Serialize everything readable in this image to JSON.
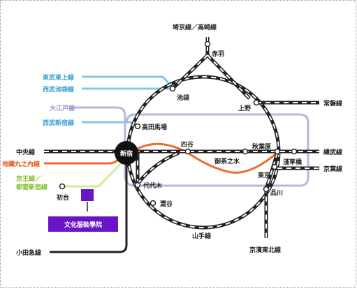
{
  "colors": {
    "jr": "#222222",
    "tobu_tojo": "#7ccbe8",
    "seibu": "#7ccbe8",
    "oedo": "#b8b4dc",
    "marunouchi": "#ef6a2e",
    "keio": "#d3ea96",
    "school": "#6a14c8"
  },
  "lines": {
    "saikyo_takasaki": "埼京線／高崎線",
    "tobu_tojo": "東武東上線",
    "seibu_ikebukuro": "西武池袋線",
    "oedo": "大江戸線",
    "seibu_shinjuku": "西武新宿線",
    "chuo": "中央線",
    "marunouchi": "地鐵丸之內線",
    "keio_1": "京王線／",
    "keio_2": "都營新宿線",
    "joban": "常磐線",
    "sobu": "總武線",
    "keiyo": "京葉線",
    "odakyu": "小田急線",
    "yamanote": "山手線",
    "keihin_tohoku": "京濱東北線"
  },
  "stations": {
    "shinjuku": "新宿",
    "akabane": "赤羽",
    "ikebukuro": "池袋",
    "takadanobaba": "高田馬場",
    "ueno": "上野",
    "yotsuya": "四谷",
    "akihabara": "秋葉原",
    "ochanomizu": "御茶之水",
    "asakusabashi": "淺草橋",
    "tokyo": "東京",
    "yoyogi": "代代木",
    "shibuya": "澀谷",
    "shinagawa": "品川",
    "hatsudai": "初台"
  },
  "school": {
    "label": "文化服裝學院"
  }
}
